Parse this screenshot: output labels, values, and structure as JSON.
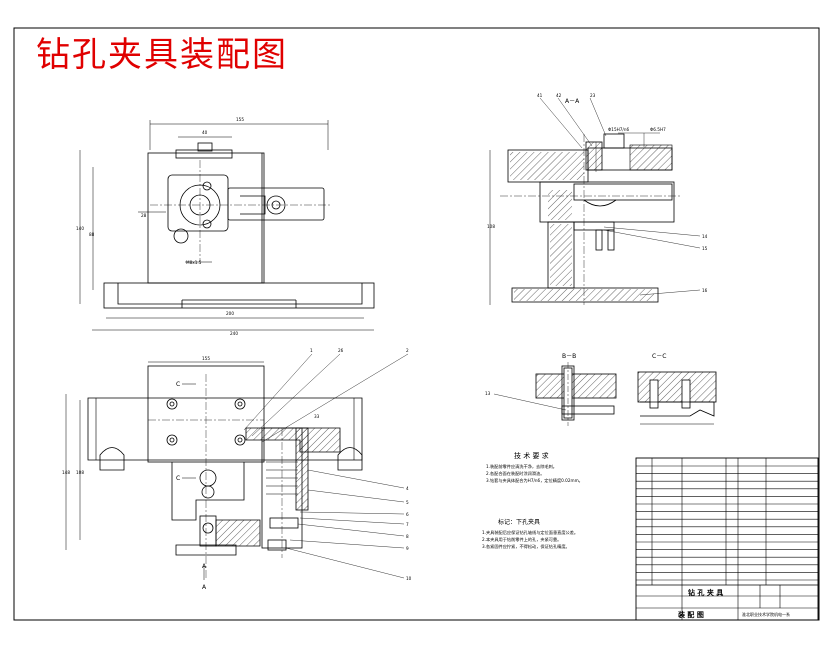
{
  "drawing": {
    "title": "钻孔夹具装配图",
    "section_labels": {
      "aa": "A－A",
      "bb": "B－B",
      "cc": "C－C",
      "c_top": "C",
      "c_bottom": "C",
      "a_top": "A",
      "a_bottom": "A"
    },
    "tech_requirements": {
      "heading": "技 术 要 求",
      "lines": [
        "1.装配前零件应清洗干净，去除毛刺。",
        "2.各配合面在装配时涂润滑油。",
        "3.钻套与夹具体配合为H7/n6，定位精度0.02mm。"
      ]
    },
    "note": {
      "heading": "标记：下孔夹具",
      "lines": [
        "1.夹具装配后应保证钻孔轴线与定位面垂直度公差。",
        "2.本夹具用于钻削零件上的孔，夹紧可靠。",
        "3.各紧固件应拧紧，不得松动，保证钻孔精度。"
      ]
    },
    "bom": {
      "title_block": {
        "name": "钻 孔 夹 具",
        "drawing_label": "装 配 图",
        "footer": "淮北职业技术学院机电一系"
      }
    }
  }
}
